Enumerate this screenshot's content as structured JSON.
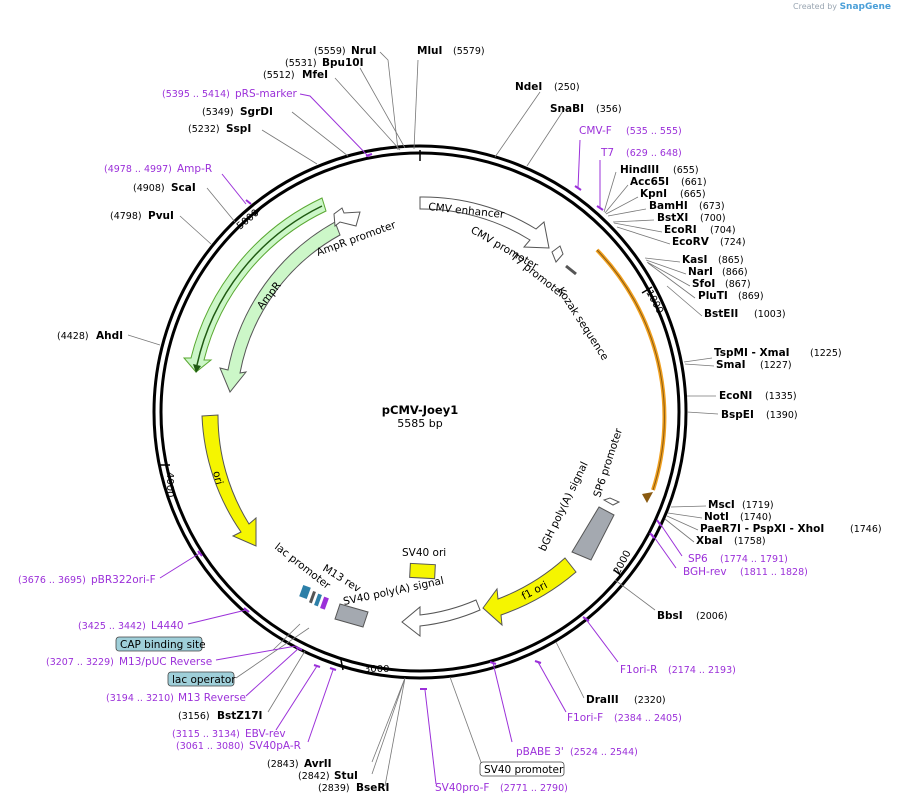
{
  "watermark": {
    "prefix": "Created by",
    "app": "SnapGene"
  },
  "plasmid": {
    "name": "pCMV-Joey1",
    "length_label": "5585 bp"
  },
  "ticks": [
    "1000",
    "2000",
    "3000",
    "4000",
    "5000"
  ],
  "features": {
    "cmv_enhancer": "CMV enhancer",
    "cmv_promoter": "CMV promoter",
    "t7_promoter": "T7 promoter",
    "kozak": "Kozak sequence",
    "sp6_promoter": "SP6 promoter",
    "bgh_polya": "bGH poly(A) signal",
    "f1_ori": "f1 ori",
    "sv40_ori": "SV40 ori",
    "sv40_polya": "SV40 poly(A) signal",
    "m13_rev": "M13 rev",
    "lac_promoter": "lac promoter",
    "ori": "ori",
    "ampr": "AmpR",
    "ampr_promoter": "AmpR promoter"
  },
  "enzymes": {
    "nrui": {
      "name": "NruI",
      "pos": "(5559)"
    },
    "mlui": {
      "name": "MluI",
      "pos": "(5579)"
    },
    "bpu10i": {
      "name": "Bpu10I",
      "pos": "(5531)"
    },
    "mfei": {
      "name": "MfeI",
      "pos": "(5512)"
    },
    "sgrdi": {
      "name": "SgrDI",
      "pos": "(5349)"
    },
    "sspi": {
      "name": "SspI",
      "pos": "(5232)"
    },
    "scai": {
      "name": "ScaI",
      "pos": "(4908)"
    },
    "pvui": {
      "name": "PvuI",
      "pos": "(4798)"
    },
    "ahdi": {
      "name": "AhdI",
      "pos": "(4428)"
    },
    "ndei": {
      "name": "NdeI",
      "pos": "(250)"
    },
    "snabi": {
      "name": "SnaBI",
      "pos": "(356)"
    },
    "hindiii": {
      "name": "HindIII",
      "pos": "(655)"
    },
    "acc65i": {
      "name": "Acc65I",
      "pos": "(661)"
    },
    "kpni": {
      "name": "KpnI",
      "pos": "(665)"
    },
    "bamhi": {
      "name": "BamHI",
      "pos": "(673)"
    },
    "bstxi": {
      "name": "BstXI",
      "pos": "(700)"
    },
    "ecori": {
      "name": "EcoRI",
      "pos": "(704)"
    },
    "ecorv": {
      "name": "EcoRV",
      "pos": "(724)"
    },
    "kasi": {
      "name": "KasI",
      "pos": "(865)"
    },
    "nari": {
      "name": "NarI",
      "pos": "(866)"
    },
    "sfoi": {
      "name": "SfoI",
      "pos": "(867)"
    },
    "plutI": {
      "name": "PluTI",
      "pos": "(869)"
    },
    "bsteii": {
      "name": "BstEII",
      "pos": "(1003)"
    },
    "tspmi_xmai": {
      "name": "TspMI  - XmaI",
      "pos": "(1225)"
    },
    "smai": {
      "name": "SmaI",
      "pos": "(1227)"
    },
    "ecoNI": {
      "name": "EcoNI",
      "pos": "(1335)"
    },
    "bspei": {
      "name": "BspEI",
      "pos": "(1390)"
    },
    "msci": {
      "name": "MscI",
      "pos": "(1719)"
    },
    "noti": {
      "name": "NotI",
      "pos": "(1740)"
    },
    "paer7i": {
      "name": "PaeR7I  - PspXI  - XhoI",
      "pos": "(1746)"
    },
    "xbai": {
      "name": "XbaI",
      "pos": "(1758)"
    },
    "bbsi": {
      "name": "BbsI",
      "pos": "(2006)"
    },
    "draiii": {
      "name": "DraIII",
      "pos": "(2320)"
    },
    "bstz17i": {
      "name": "BstZ17I",
      "pos": "(3156)"
    },
    "avrii": {
      "name": "AvrII",
      "pos": "(2843)"
    },
    "stui": {
      "name": "StuI",
      "pos": "(2842)"
    },
    "bseri": {
      "name": "BseRI",
      "pos": "(2839)"
    }
  },
  "primers": {
    "prs_marker": {
      "name": "pRS-marker",
      "pos": "(5395 .. 5414)"
    },
    "amp_r": {
      "name": "Amp-R",
      "pos": "(4978 .. 4997)"
    },
    "cmv_f": {
      "name": "CMV-F",
      "pos": "(535 .. 555)"
    },
    "t7": {
      "name": "T7",
      "pos": "(629 .. 648)"
    },
    "sp6": {
      "name": "SP6",
      "pos": "(1774 .. 1791)"
    },
    "bgh_rev": {
      "name": "BGH-rev",
      "pos": "(1811 .. 1828)"
    },
    "f1ori_r": {
      "name": "F1ori-R",
      "pos": "(2174 .. 2193)"
    },
    "f1ori_f": {
      "name": "F1ori-F",
      "pos": "(2384 .. 2405)"
    },
    "pbabe3": {
      "name": "pBABE 3'",
      "pos": "(2524 .. 2544)"
    },
    "sv40pro_f": {
      "name": "SV40pro-F",
      "pos": "(2771 .. 2790)"
    },
    "sv40pa_r": {
      "name": "SV40pA-R",
      "pos": "(3061 .. 3080)"
    },
    "ebv_rev": {
      "name": "EBV-rev",
      "pos": "(3115 .. 3134)"
    },
    "m13_reverse": {
      "name": "M13 Reverse",
      "pos": "(3194 .. 3210)"
    },
    "m13_puc_reverse": {
      "name": "M13/pUC Reverse",
      "pos": "(3207 .. 3229)"
    },
    "l4440": {
      "name": "L4440",
      "pos": "(3425 .. 3442)"
    },
    "pbr322ori_f": {
      "name": "pBR322ori-F",
      "pos": "(3676 .. 3695)"
    }
  },
  "boxed": {
    "cap": "CAP binding site",
    "lac_operator": "lac operator",
    "sv40_promoter": "SV40 promoter"
  },
  "colors": {
    "primer": "#9b30d9",
    "ampr_fill": "#ccf7c8",
    "ampr_outline": "#5aa832",
    "ori_fill": "#f5f500",
    "orange": "#f0a020",
    "grey": "#a4a9b0",
    "teal": "#9fcfd9"
  }
}
